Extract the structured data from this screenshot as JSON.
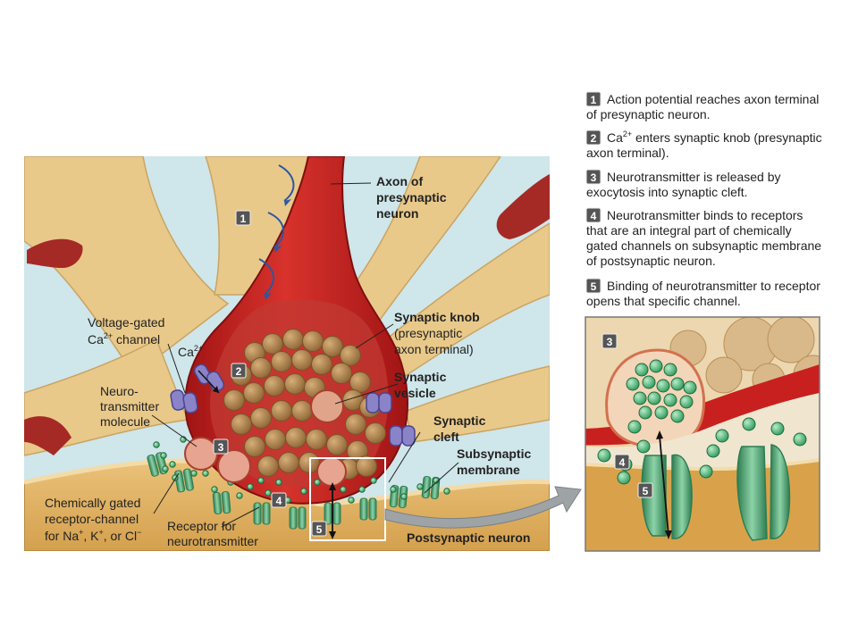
{
  "labels": {
    "axon": [
      "Axon of",
      "presynaptic",
      "neuron"
    ],
    "voltage_gated": [
      "Voltage-gated",
      "Ca",
      "2+",
      " channel"
    ],
    "ca_ion": [
      "Ca",
      "2+"
    ],
    "neurotransmitter_molecule": [
      "Neuro-",
      "transmitter",
      "molecule"
    ],
    "synaptic_knob": [
      "Synaptic knob",
      "(presynaptic",
      "axon terminal)"
    ],
    "synaptic_vesicle": [
      "Synaptic",
      "vesicle"
    ],
    "synaptic_cleft": [
      "Synaptic",
      "cleft"
    ],
    "subsynaptic_membrane": [
      "Subsynaptic",
      "membrane"
    ],
    "chem_gated": [
      "Chemically gated",
      "receptor-channel",
      "for Na",
      "+",
      ", K",
      "+",
      ", or Cl",
      "−"
    ],
    "receptor": [
      "Receptor for",
      "neurotransmitter"
    ],
    "postsynaptic": "Postsynaptic neuron"
  },
  "badges": [
    "1",
    "2",
    "3",
    "4",
    "5"
  ],
  "steps": [
    {
      "num": "1",
      "lines": [
        "Action potential reaches axon terminal",
        "of presynaptic neuron."
      ]
    },
    {
      "num": "2",
      "lines": [
        "Ca",
        "2+",
        " enters synaptic knob (presynaptic",
        "axon terminal)."
      ]
    },
    {
      "num": "3",
      "lines": [
        "Neurotransmitter is released by",
        "exocytosis into synaptic cleft."
      ]
    },
    {
      "num": "4",
      "lines": [
        "Neurotransmitter binds to receptors",
        "that are an integral part of chemically",
        "gated channels on subsynaptic membrane",
        "of postsynaptic neuron."
      ]
    },
    {
      "num": "5",
      "lines": [
        "Binding of neurotransmitter to receptor",
        "opens that specific channel."
      ]
    }
  ],
  "colors": {
    "background_blue": "#cfe6ea",
    "neuron_tan": "#e9c98a",
    "axon_red": "#c8201e",
    "vesicle_brown": "#b58a55",
    "channel_green": "#4fa574",
    "ca_channel_purple": "#8a83c7",
    "postsynaptic_tan": "#deb064"
  }
}
